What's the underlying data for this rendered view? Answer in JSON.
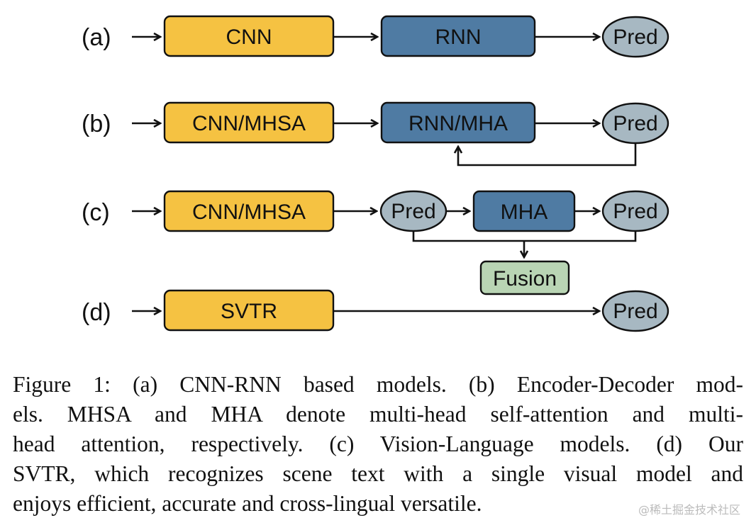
{
  "rows": [
    {
      "label": "(a)",
      "nodes": [
        "CNN",
        "RNN",
        "Pred"
      ]
    },
    {
      "label": "(b)",
      "nodes": [
        "CNN/MHSA",
        "RNN/MHA",
        "Pred"
      ]
    },
    {
      "label": "(c)",
      "nodes": [
        "CNN/MHSA",
        "Pred",
        "MHA",
        "Pred",
        "Fusion"
      ]
    },
    {
      "label": "(d)",
      "nodes": [
        "SVTR",
        "Pred"
      ]
    }
  ],
  "colors": {
    "encoder": "#f5c242",
    "decoder": "#4f7ba3",
    "pred": "#a7b8c2",
    "fusion": "#b9d5b4",
    "stroke": "#111111"
  },
  "caption": {
    "lines": [
      "Figure 1: (a) CNN-RNN based models. (b) Encoder-Decoder mod-",
      "els.  MHSA and MHA denote multi-head self-attention and multi-",
      "head attention, respectively.  (c) Vision-Language models. (d) Our",
      "SVTR, which recognizes scene text with a single visual model and",
      "enjoys efficient, accurate and cross-lingual versatile."
    ]
  },
  "watermark": "@稀土掘金技术社区"
}
